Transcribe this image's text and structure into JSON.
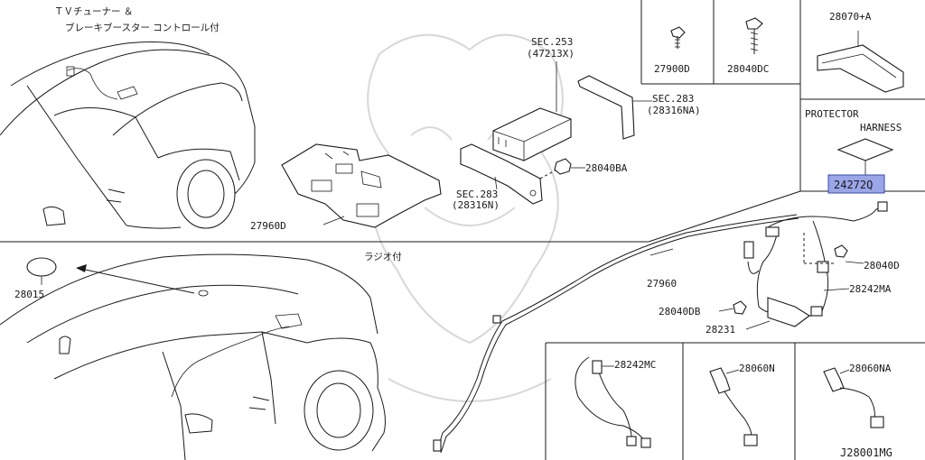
{
  "notes": {
    "tv_line1": "ＴＶチューナー ＆",
    "tv_line2": "ブレーキブースター コントロール付",
    "radio": "ラジオ付"
  },
  "refs": {
    "sec253_a": "SEC.253",
    "sec253_b": "(47213X)",
    "sec283_top_a": "SEC.283",
    "sec283_top_b": "(28316NA)",
    "sec283_bot_a": "SEC.283",
    "sec283_bot_b": "(28316N)"
  },
  "parts": {
    "p27900D": "27900D",
    "p28040DC": "28040DC",
    "p28070A": "28070+A",
    "protector": "PROTECTOR",
    "harness": "HARNESS",
    "p24272Q": "24272Q",
    "p28040BA": "28040BA",
    "p27960D": "27960D",
    "p28015": "28015",
    "p27960": "27960",
    "p28040D": "28040D",
    "p28242MA": "28242MA",
    "p28040DB": "28040DB",
    "p28231": "28231",
    "p28242MC": "28242MC",
    "p28060N": "28060N",
    "p28060NA": "28060NA"
  },
  "diagram_id": "J28001MG",
  "colors": {
    "highlight_fill": "#9aa6e8",
    "highlight_stroke": "#3a48b0",
    "line": "#1a1a1a",
    "watermark": "#d8d8d8"
  }
}
